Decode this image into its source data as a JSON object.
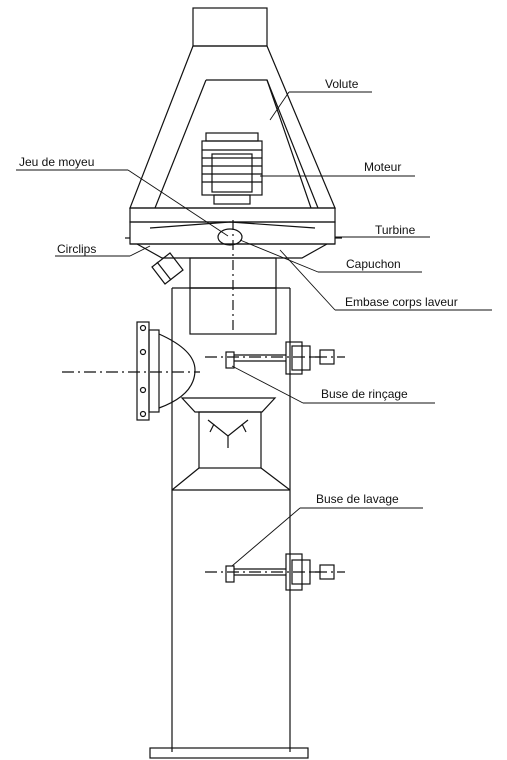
{
  "labels": {
    "volute": "Volute",
    "jeu_de_moyeu": "Jeu de moyeu",
    "moteur": "Moteur",
    "turbine": "Turbine",
    "circlips": "Circlips",
    "capuchon": "Capuchon",
    "embase": "Embase corps laveur",
    "buse_rincage": "Buse de rinçage",
    "buse_lavage": "Buse de lavage"
  },
  "colors": {
    "line": "#111111",
    "background": "#ffffff"
  }
}
